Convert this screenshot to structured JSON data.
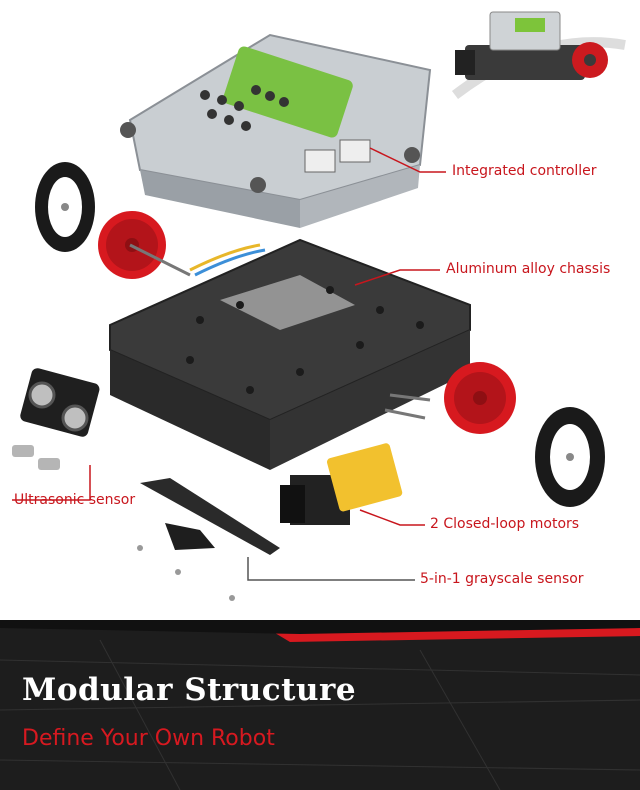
{
  "callouts": {
    "controller": "Integrated controller",
    "chassis": "Aluminum alloy chassis",
    "ultrasonic": "Ultrasonic sensor",
    "motors": "2 Closed-loop motors",
    "grayscale": "5-in-1 grayscale sensor"
  },
  "banner": {
    "title": "Modular Structure",
    "subtitle": "Define Your Own Robot"
  },
  "colors": {
    "accent": "#c8161d",
    "banner_bg": "#1d1d1d",
    "title": "#ffffff",
    "subtitle": "#d71920"
  }
}
